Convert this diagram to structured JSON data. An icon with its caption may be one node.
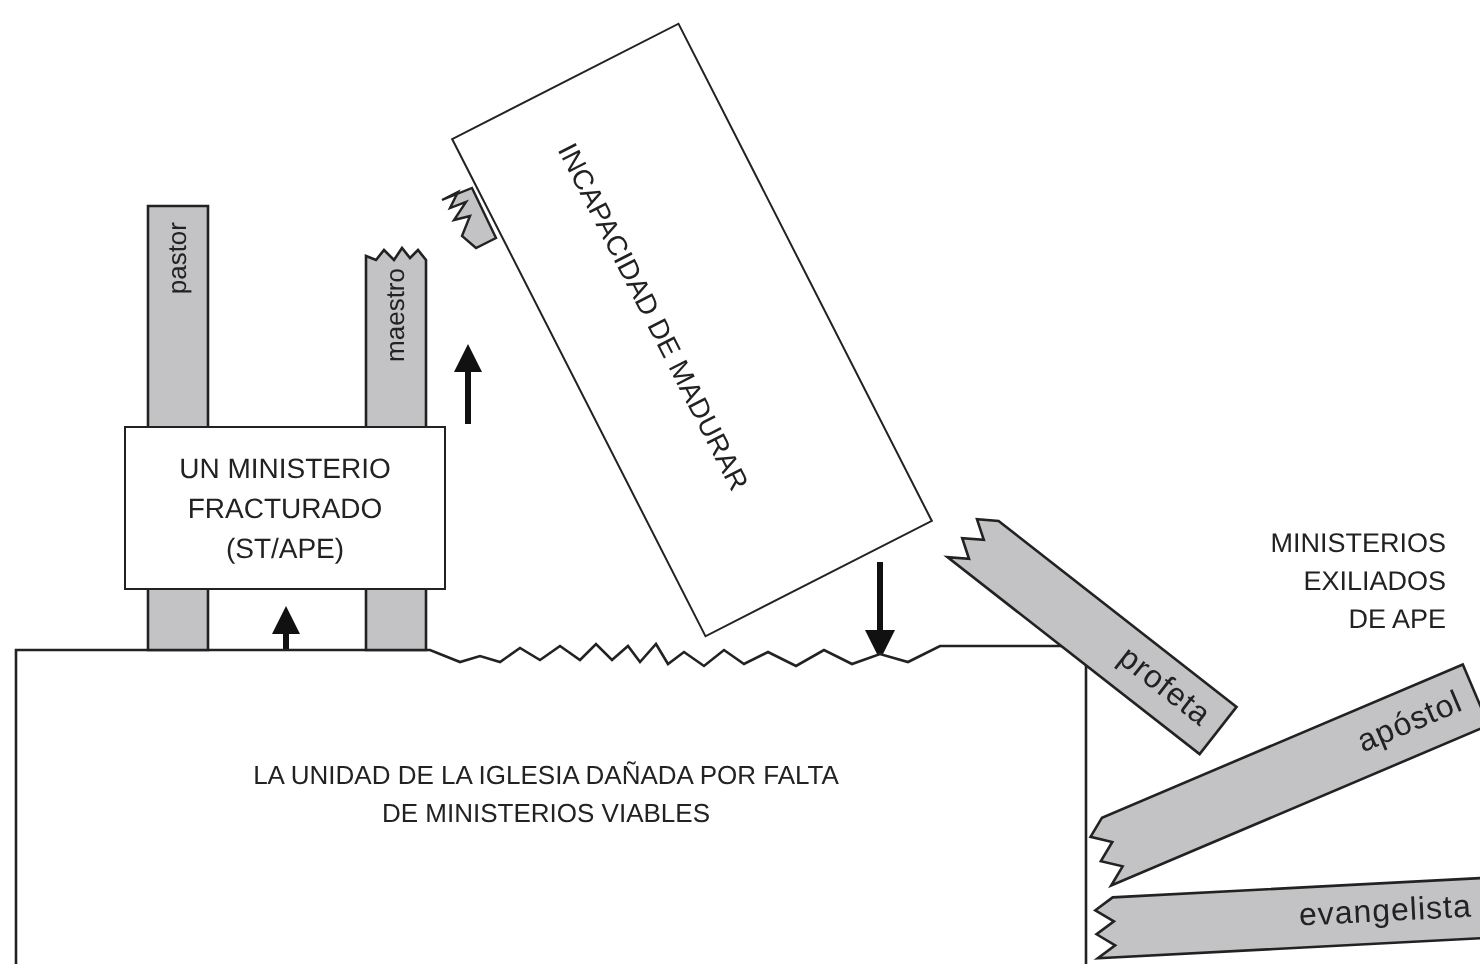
{
  "diagram": {
    "nodes": [
      {
        "text": [
          "LA UNIDAD DE LA IGLESIA DAÑADA POR FALTA DE MINISTERIOS VIABLES"
        ]
      },
      {
        "text": [
          "UN MINISTERIO FRACTURADO (ST/APE)"
        ]
      },
      {
        "text": [
          "pastor"
        ]
      },
      {
        "text": [
          "maestro"
        ]
      },
      {
        "text": [
          "INCAPACIDAD DE MADURAR"
        ]
      },
      {
        "text": [
          "profeta"
        ]
      },
      {
        "text": [
          "apóstol"
        ]
      },
      {
        "text": [
          "evangelista"
        ]
      }
    ],
    "edges": [
      {
        "from": 4,
        "to": 0,
        "arrow": "to"
      }
    ],
    "labels": [
      "MINISTERIOS EXILIADOS DE APE"
    ]
  }
}
